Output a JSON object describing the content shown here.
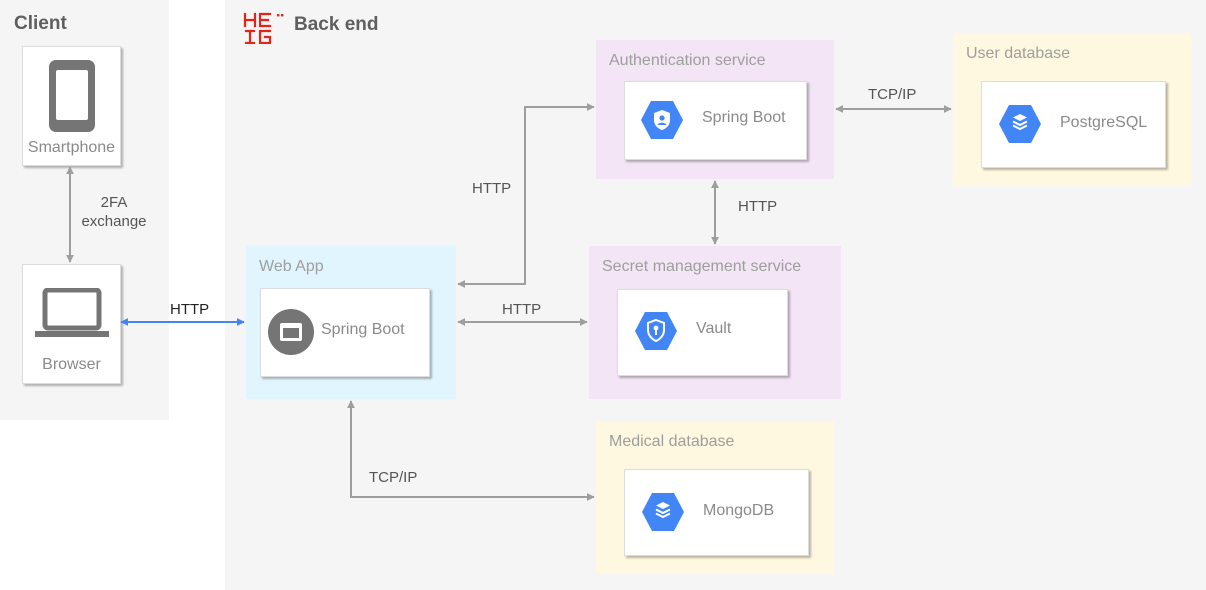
{
  "client": {
    "title": "Client",
    "smartphone_label": "Smartphone",
    "browser_label": "Browser"
  },
  "backend": {
    "title": "Back end",
    "logo_text": "HEIG-VD"
  },
  "groups": {
    "authentication": {
      "label": "Authentication service",
      "service": "Spring Boot"
    },
    "user_db": {
      "label": "User database",
      "service": "PostgreSQL"
    },
    "web_app": {
      "label": "Web App",
      "service": "Spring Boot"
    },
    "secret": {
      "label": "Secret management service",
      "service": "Vault"
    },
    "medical_db": {
      "label": "Medical database",
      "service": "MongoDB"
    }
  },
  "edges": {
    "phone_browser_line1": "2FA",
    "phone_browser_line2": "exchange",
    "browser_webapp": "HTTP",
    "webapp_auth": "HTTP",
    "auth_userdb": "TCP/IP",
    "auth_secret": "HTTP",
    "webapp_secret": "HTTP",
    "webapp_medical": "TCP/IP"
  },
  "colors": {
    "auth_group_bg": "#f3e5f5",
    "db_group_bg": "#fff8e1",
    "webapp_group_bg": "#e1f5fe",
    "gcp_blue": "#4285f4",
    "arrow_gray": "#9e9e9e",
    "arrow_blue": "#4285f4",
    "heig_red": "#e1251b"
  },
  "icons": {
    "smartphone": "smartphone-icon",
    "laptop": "laptop-icon",
    "auth": "shield-user-icon",
    "vault": "shield-key-icon",
    "webapp": "app-window-icon",
    "db": "database-stack-icon"
  }
}
